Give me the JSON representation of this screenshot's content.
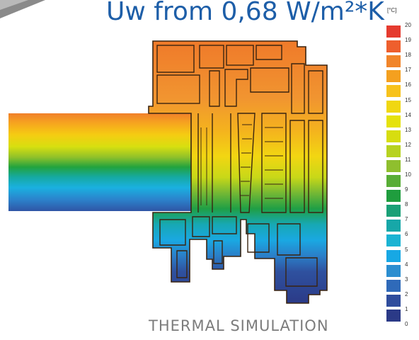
{
  "title": "Uw from 0,68 W/m²*K",
  "caption": "THERMAL SIMULATION",
  "legend": {
    "unit": "[°C]",
    "ticks": [
      "20",
      "19",
      "18",
      "17",
      "16",
      "15",
      "14",
      "13",
      "12",
      "11",
      "10",
      "9",
      "8",
      "7",
      "6",
      "5",
      "4",
      "3",
      "2",
      "1",
      "0"
    ],
    "colors": [
      "#e53b2f",
      "#ee5f2d",
      "#f1852a",
      "#f4a01f",
      "#f7c21c",
      "#f0d712",
      "#e5e20c",
      "#d7dd10",
      "#b7d220",
      "#8fbf2e",
      "#58ad36",
      "#1f9d3e",
      "#1aa077",
      "#17a7a8",
      "#1ab3d3",
      "#17a8e4",
      "#2b8ed0",
      "#2f6ab9",
      "#2f4d9d",
      "#2b3a87"
    ],
    "stops": [
      "#2b3a87",
      "#2f4d9d",
      "#2f6ab9",
      "#2b8ed0",
      "#17a8e4",
      "#1ab3d3",
      "#17a7a8",
      "#1aa077",
      "#1f9d3e",
      "#58ad36",
      "#8fbf2e",
      "#b7d220",
      "#d7dd10",
      "#e5e20c",
      "#f0d712",
      "#f7c21c",
      "#f4a01f",
      "#f1852a",
      "#ee5f2d",
      "#e53b2f"
    ]
  }
}
